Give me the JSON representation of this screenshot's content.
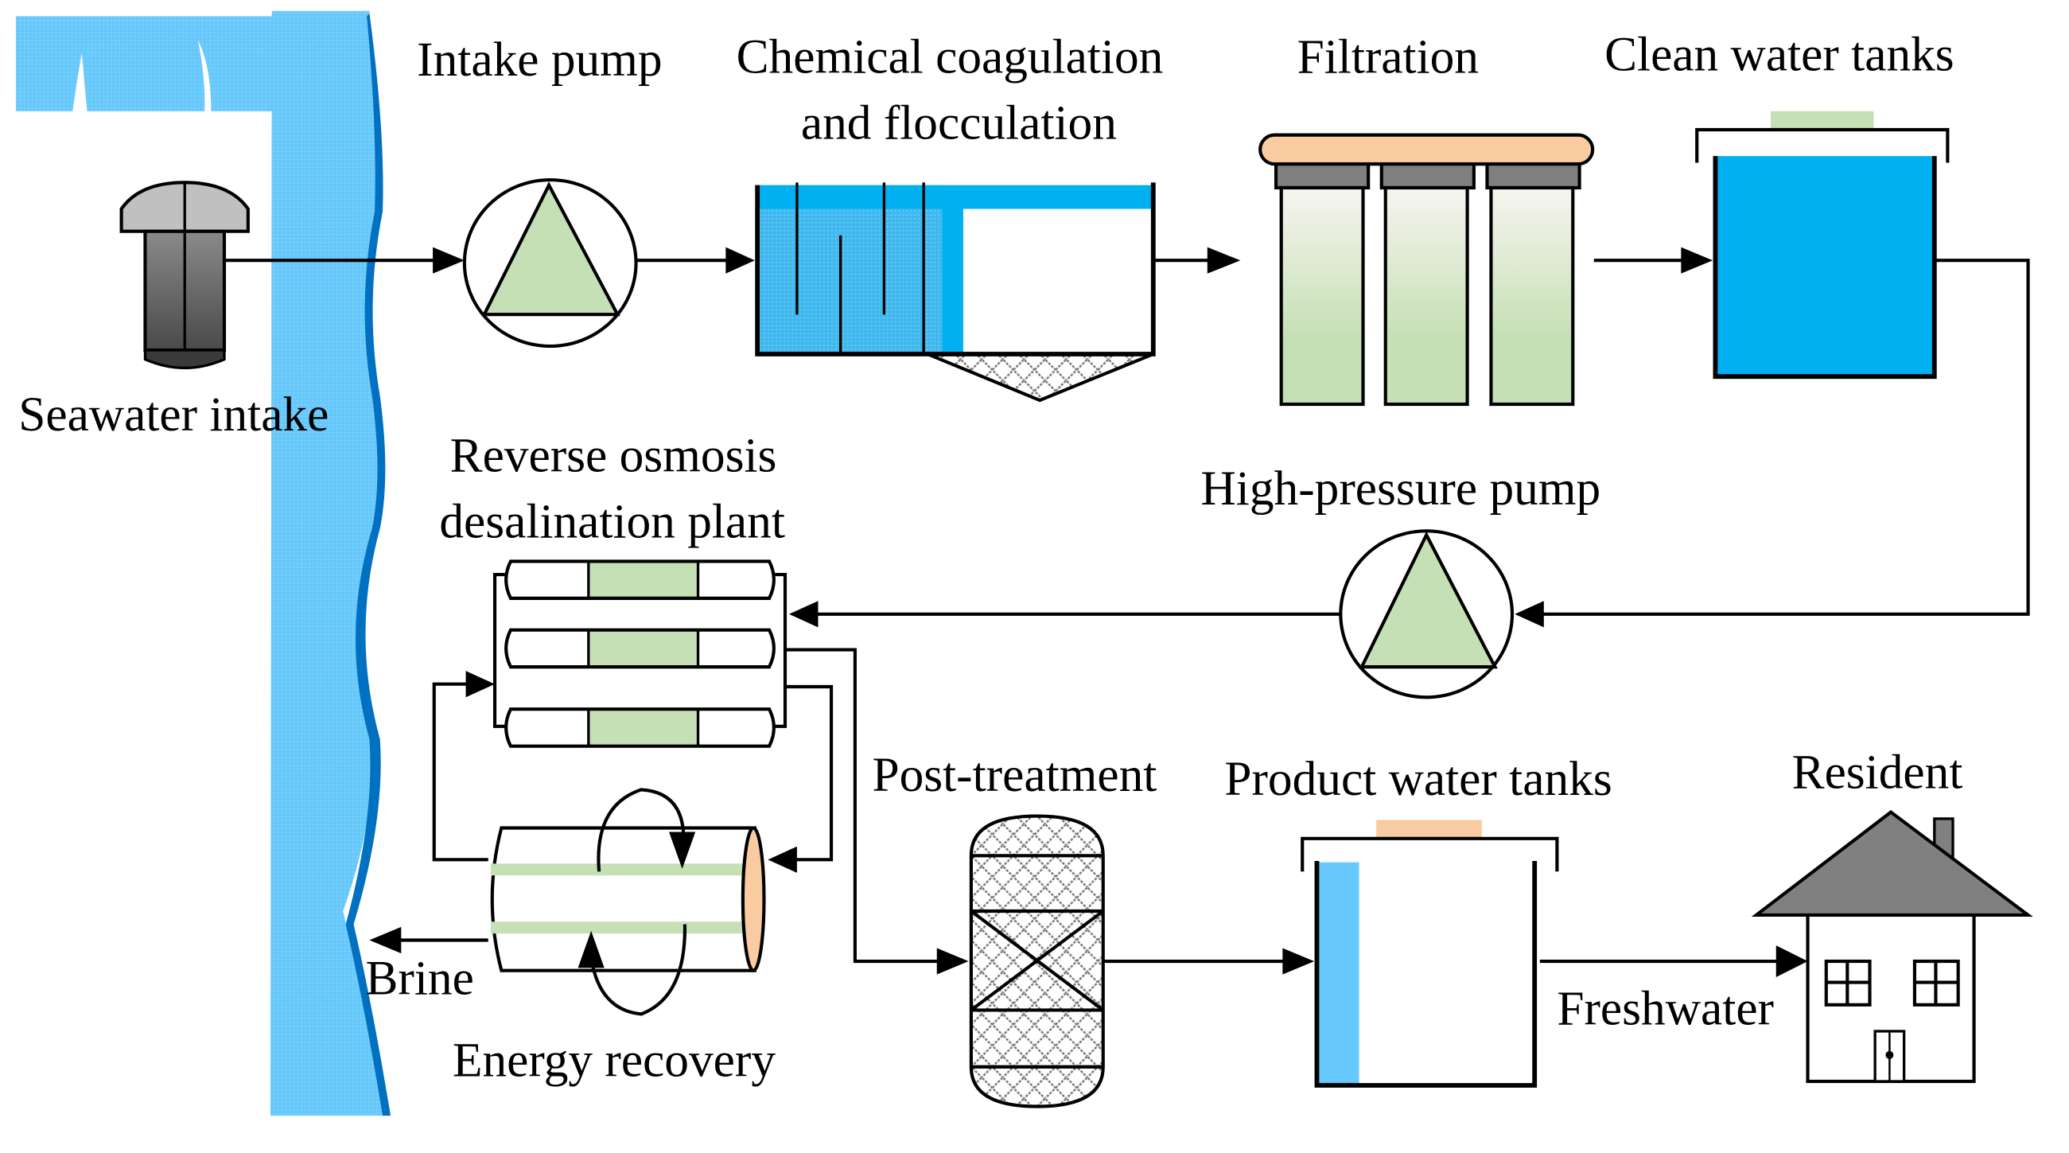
{
  "title": "Seawater reverse osmosis desalination process",
  "colors": {
    "sea_light": "#66c8fb",
    "sea_dark": "#0070c0",
    "water_blue": "#00b0f0",
    "membrane_green": "#c5e0b4",
    "accent_peach": "#f8cba0",
    "gray_dark": "#808080",
    "gray_light": "#c0c0c0"
  },
  "labels": {
    "intake_pump": "Intake pump",
    "coagulation_line1": "Chemical coagulation",
    "coagulation_line2": "and flocculation",
    "filtration": "Filtration",
    "clean_water_tanks": "Clean water tanks",
    "seawater_intake": "Seawater intake",
    "ro_line1": "Reverse osmosis",
    "ro_line2": "desalination plant",
    "high_pressure_pump": "High-pressure pump",
    "post_treatment": "Post-treatment",
    "product_water_tanks": "Product water tanks",
    "resident": "Resident",
    "brine": "Brine",
    "freshwater": "Freshwater",
    "energy_recovery": "Energy recovery"
  },
  "flow": [
    "Seawater intake",
    "Intake pump",
    "Chemical coagulation and flocculation",
    "Filtration",
    "Clean water tanks",
    "High-pressure pump",
    "Reverse osmosis desalination plant",
    "Post-treatment",
    "Product water tanks",
    "Resident"
  ]
}
